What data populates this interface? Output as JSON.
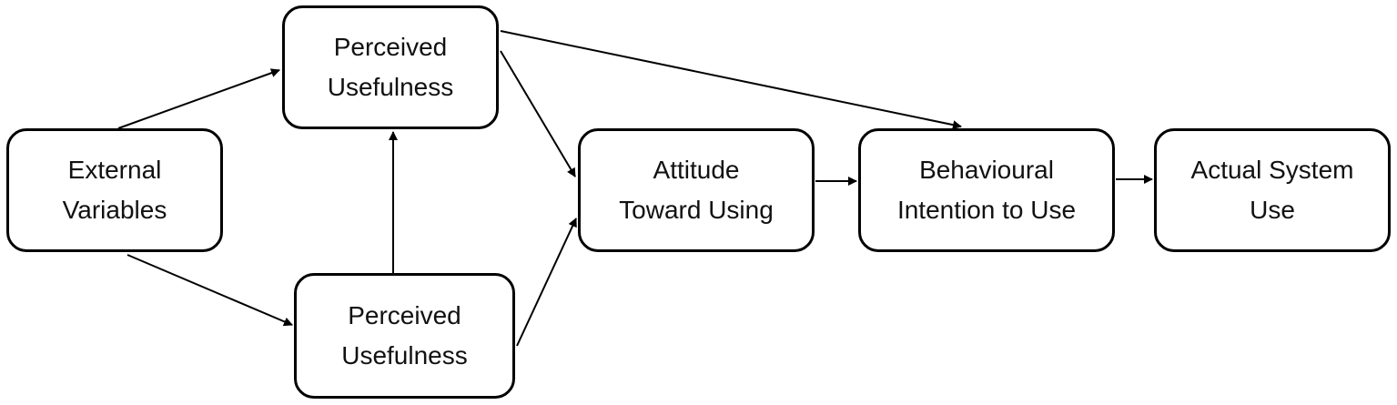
{
  "nodes": {
    "external_variables": {
      "line1": "External",
      "line2": "Variables"
    },
    "perceived_usefulness_top": {
      "line1": "Perceived",
      "line2": "Usefulness"
    },
    "perceived_usefulness_bottom": {
      "line1": "Perceived",
      "line2": "Usefulness"
    },
    "attitude": {
      "line1": "Attitude",
      "line2": "Toward Using"
    },
    "intention": {
      "line1": "Behavioural",
      "line2": "Intention to Use"
    },
    "actual_use": {
      "line1": "Actual System",
      "line2": "Use"
    }
  },
  "edges": [
    {
      "from": "external_variables",
      "to": "perceived_usefulness_top"
    },
    {
      "from": "external_variables",
      "to": "perceived_usefulness_bottom"
    },
    {
      "from": "perceived_usefulness_bottom",
      "to": "perceived_usefulness_top"
    },
    {
      "from": "perceived_usefulness_top",
      "to": "attitude"
    },
    {
      "from": "perceived_usefulness_bottom",
      "to": "attitude"
    },
    {
      "from": "perceived_usefulness_top",
      "to": "intention"
    },
    {
      "from": "attitude",
      "to": "intention"
    },
    {
      "from": "intention",
      "to": "actual_use"
    }
  ],
  "colors": {
    "stroke": "#000000",
    "text": "#111111",
    "background": "#ffffff"
  }
}
